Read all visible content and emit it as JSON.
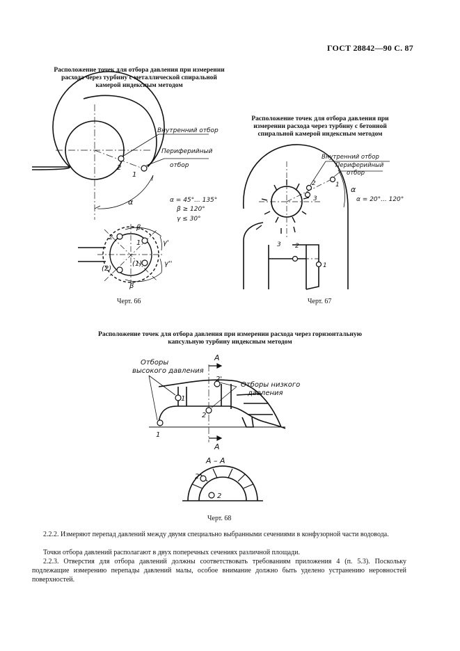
{
  "header": "ГОСТ 28842—90 С. 87",
  "fig66": {
    "caption": "Расположение точек для отбора давления при измерении расхода через турбину с металлической спиральной камерой индексным методом",
    "caption_lines": [
      "Расположение точек для отбора давления при измерении",
      "расхода через турбину с металлической спиральной",
      "камерой индексным методом"
    ],
    "inner_tap": "Внутренний отбор",
    "peripheral_tap_1": "Периферийный",
    "peripheral_tap_2": "отбор",
    "point_1": "1",
    "point_2": "2",
    "alpha": "α",
    "beta": "β",
    "gamma": "γ",
    "cond_alpha": "α = 45°... 135°",
    "cond_beta": "β ≥ 120°",
    "cond_gamma": "γ ≤ 30°",
    "p2": "2",
    "p1": "1",
    "p2b": "(2)",
    "p1b": "(1)",
    "g1": "γ'",
    "g2": "γ''",
    "label": "Черт. 66"
  },
  "fig67": {
    "caption_lines": [
      "Расположение точек для отбора давления при",
      "измерении расхода через турбину с бетонной",
      "спиральной камерой индексным методом"
    ],
    "inner_tap": "Внутренний отбор",
    "peripheral_tap_1": "Периферийный",
    "peripheral_tap_2": "отбор",
    "p1": "1",
    "p2": "2",
    "p3": "3",
    "alpha": "α",
    "cond_alpha": "α = 20°... 120°",
    "label": "Черт. 67"
  },
  "fig68": {
    "caption_lines": [
      "Расположение точек для отбора давления при измерении расхода через горизонтальную",
      "капсульную турбину индексным методом"
    ],
    "high_1": "Отборы",
    "high_2": "высокого давления",
    "low_1": "Отборы низкого",
    "low_2": "давления",
    "sec_a_top": "А",
    "sec_a_bot": "А",
    "p1": "1",
    "p1p": "1'",
    "p2": "2",
    "p2p": "2'",
    "section_title": "А – А",
    "s_p2p": "2'",
    "s_p2": "2",
    "label": "Черт. 68"
  },
  "text": {
    "p1": "2.2.2.  Измеряют перепад давлений между двумя специально выбранными сечениями в конфузорной части водовода.",
    "p2": "Точки отбора давлений располагают в двух поперечных сечениях различной площади.",
    "p3": "2.2.3.  Отверстия для отбора давлений должны соответствовать требованиям приложения 4 (п. 5.3). Поскольку подлежащие измерению перепады давлений малы, особое внимание должно быть уделено устранению неровностей поверхностей."
  }
}
